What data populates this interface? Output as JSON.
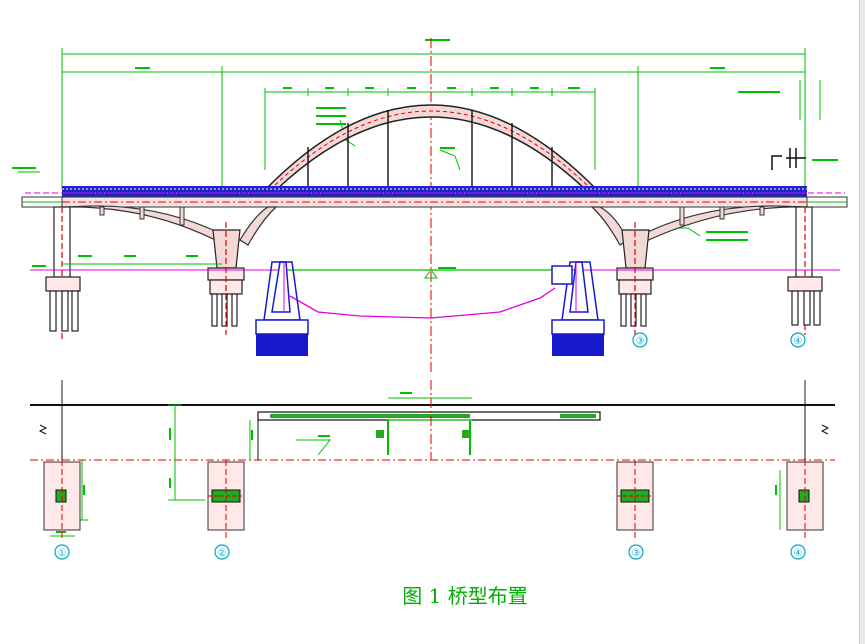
{
  "drawing": {
    "caption": "图 1 桥型布置",
    "axes": [
      "①",
      "②",
      "③",
      "④"
    ],
    "colors": {
      "dimension": "#00c000",
      "centerline": "#e00000",
      "deck_band": "#2222cc",
      "arch_fill": "#f3d8d8",
      "cofferdam": "#1818cc",
      "seabed": "#e000e0",
      "axis_label": "#00a8c8",
      "caption": "#00b000"
    }
  }
}
